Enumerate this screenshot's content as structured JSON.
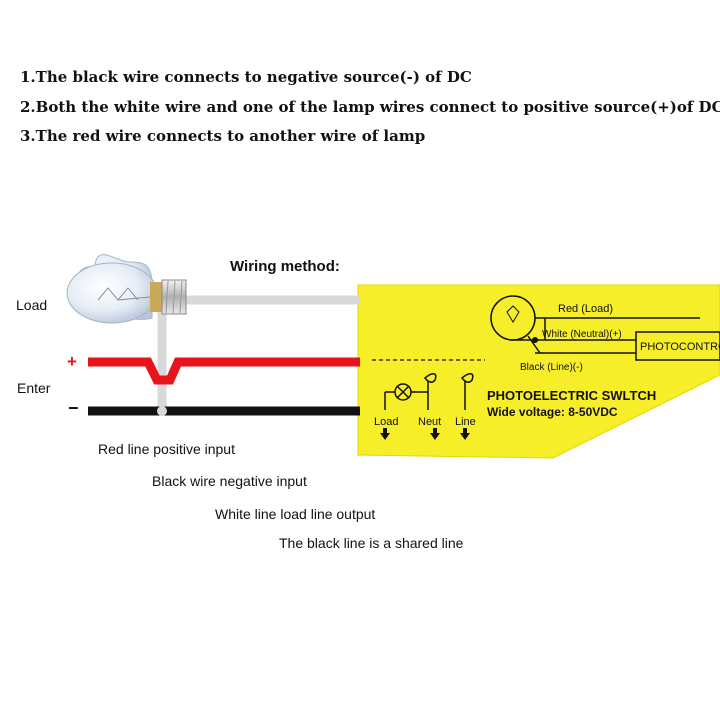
{
  "instructions": [
    "1.The black wire connects to negative source(-) of DC",
    "2.Both the white wire and one of the lamp wires connect to positive source(+)of DC",
    "3.The red wire connects to another wire of lamp"
  ],
  "diagram": {
    "title": "Wiring method:",
    "load_label": "Load",
    "plus_sign": "+",
    "enter_label": "Enter",
    "minus_sign": "−",
    "notes": [
      "Red line positive input",
      "Black wire negative input",
      "White line load line output",
      "The black line is a shared line"
    ]
  },
  "device": {
    "red_load": "Red  (Load)",
    "white_neutral": "White  (Neutral)(+)",
    "black_line": "Black  (Line)(-)",
    "photocontrol": "PHOTOCONTROL",
    "name": "PHOTOELECTRIC SWLTCH",
    "voltage": "Wide voltage: 8-50VDC",
    "terminal_load": "Load",
    "terminal_neut": "Neut",
    "terminal_line": "Line"
  },
  "colors": {
    "red_wire": "#e8141c",
    "black_wire": "#111111",
    "white_wire": "#d4d4d4",
    "label_yellow": "#f7ee2a"
  }
}
